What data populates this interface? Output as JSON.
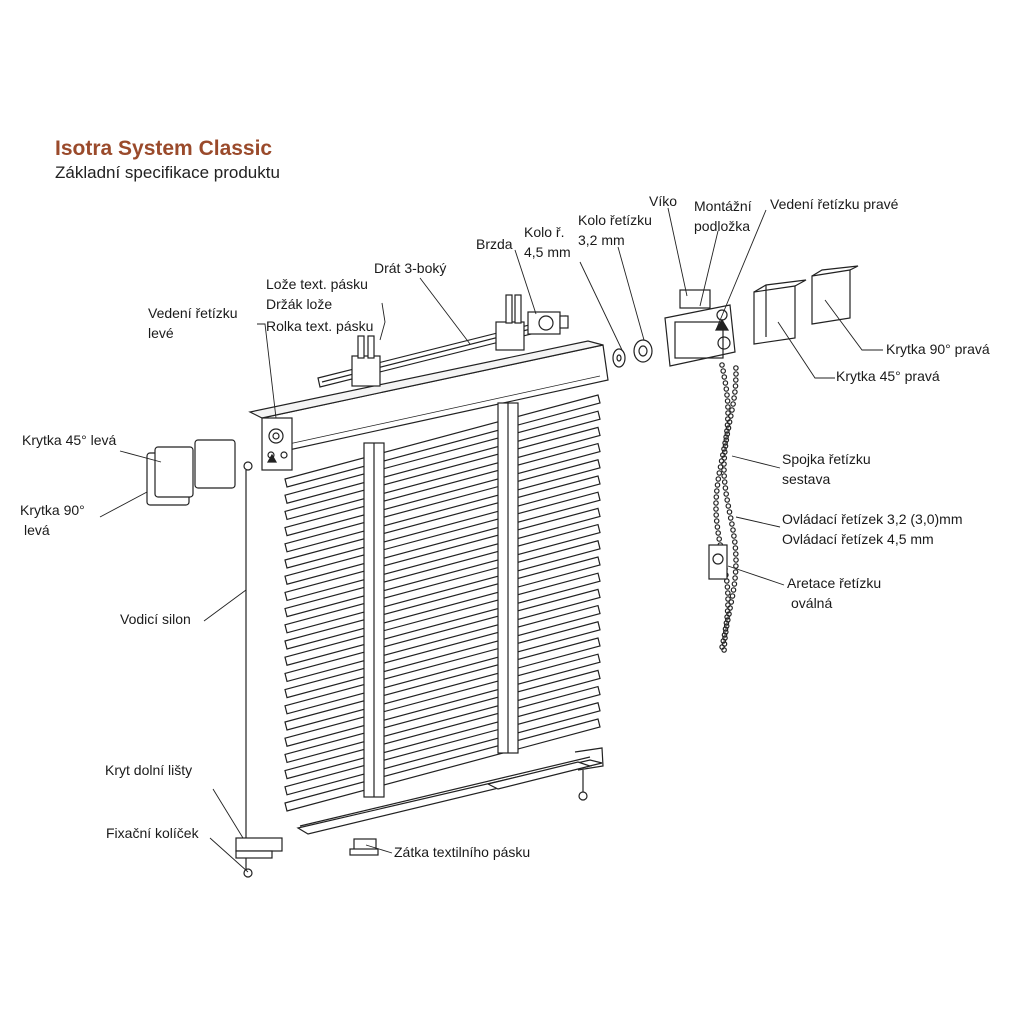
{
  "header": {
    "title": "Isotra System Classic",
    "subtitle": "Základní specifikace produktu"
  },
  "labels": {
    "vedeni_retizku_leve": [
      "Vedení řetízku",
      "levé"
    ],
    "loze_text_pasku": "Lože text. pásku",
    "drzak_loze": "Držák lože",
    "rolka_text_pasku": "Rolka text. pásku",
    "drat_3_boky": "Drát 3-boký",
    "brzda": "Brzda",
    "kolo_r_45": [
      "Kolo ř.",
      "4,5 mm"
    ],
    "kolo_retizku_32": [
      "Kolo řetízku",
      "3,2 mm"
    ],
    "viko": "Víko",
    "montazni_podlozka": [
      "Montážní",
      "podložka"
    ],
    "vedeni_retizku_prave": "Vedení řetízku pravé",
    "krytka_90_prava": "Krytka 90° pravá",
    "krytka_45_prava": "Krytka 45° pravá",
    "krytka_45_leva": "Krytka 45° levá",
    "krytka_90_leva": [
      "Krytka 90°",
      "levá"
    ],
    "spojka_retizku": [
      "Spojka řetízku",
      "sestava"
    ],
    "ovladaci_retizek": [
      "Ovládací řetízek 3,2 (3,0)mm",
      "Ovládací řetízek 4,5 mm"
    ],
    "aretace_retizku": [
      "Aretace řetízku",
      "oválná"
    ],
    "vodici_silon": "Vodicí silon",
    "kryt_dolni_listy": "Kryt dolní lišty",
    "fixacni_kolicek": "Fixační kolíček",
    "zatka_textilniho_pasku": "Zátka textilního pásku"
  },
  "colors": {
    "title": "#9a4a2b",
    "line": "#222222"
  }
}
